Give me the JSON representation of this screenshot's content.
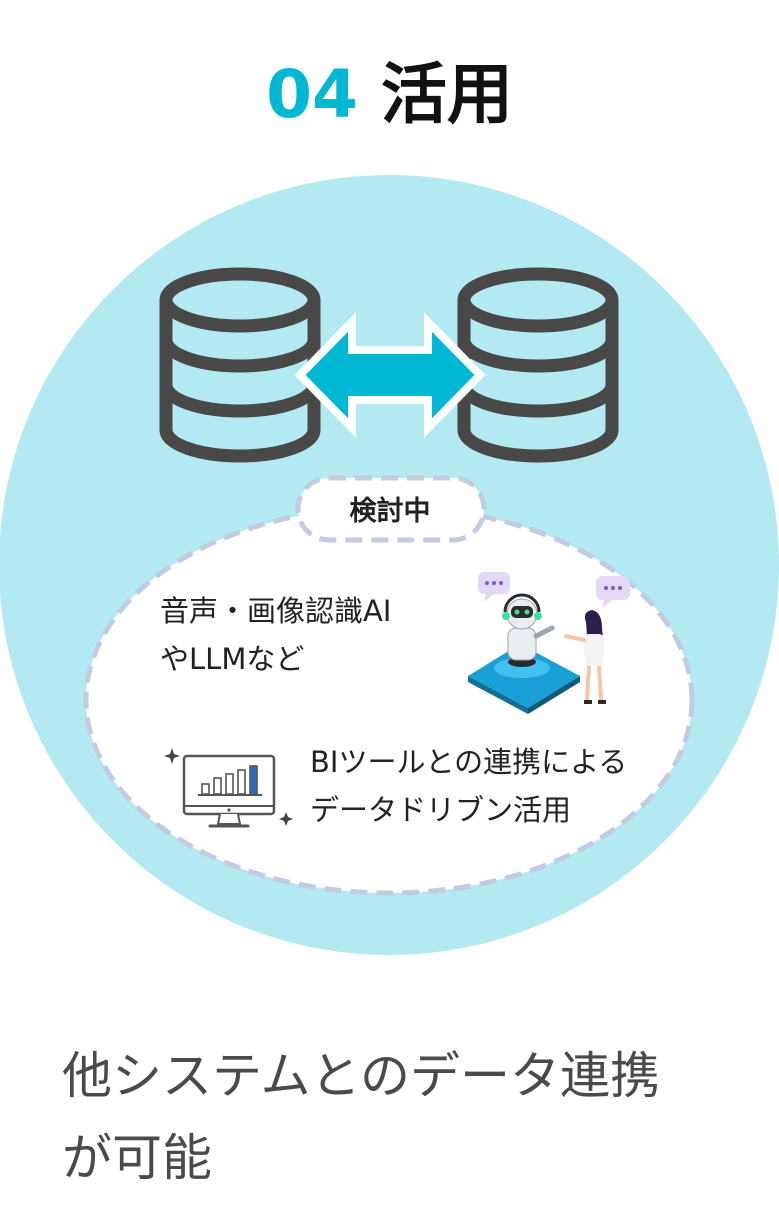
{
  "header": {
    "number": "04",
    "title": "活用"
  },
  "diagram": {
    "badge": "検討中",
    "items": [
      {
        "line1": "音声・画像認識AI",
        "line2": "やLLMなど",
        "icon": "ai-robot-illustration"
      },
      {
        "line1": "BIツールとの連携による",
        "line2": "データドリブン活用",
        "icon": "bar-chart-monitor-icon"
      }
    ],
    "colors": {
      "accent": "#00b8d4",
      "circle": "#b3eaf1",
      "database": "#484848",
      "dashed_border": "#c3cbe0"
    }
  },
  "caption": {
    "line1": "他システムとのデータ連携",
    "line2": "が可能"
  }
}
